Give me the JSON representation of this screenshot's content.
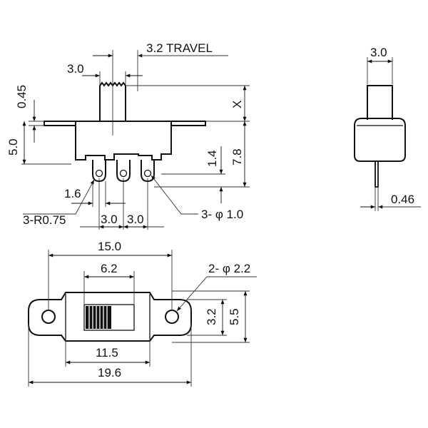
{
  "drawing": {
    "side_view": {
      "travel_label": "3.2 TRAVEL",
      "actuator_width": "3.0",
      "actuator_offset": "0.45",
      "body_height": "5.0",
      "actuator_height": "X",
      "total_height": "7.8",
      "pin_length": "1.4",
      "pin_gap": "1.6",
      "radius_label": "3-R0.75",
      "pitch_left": "3.0",
      "pitch_right": "3.0",
      "hole_label": "3- φ 1.0"
    },
    "end_view": {
      "actuator_width": "3.0",
      "pin_thickness": "0.46"
    },
    "top_view": {
      "hole_spacing": "15.0",
      "slot_length": "6.2",
      "hole_label": "2- φ 2.2",
      "hole_height": "3.2",
      "body_width": "5.5",
      "body_length": "11.5",
      "overall_length": "19.6"
    }
  }
}
